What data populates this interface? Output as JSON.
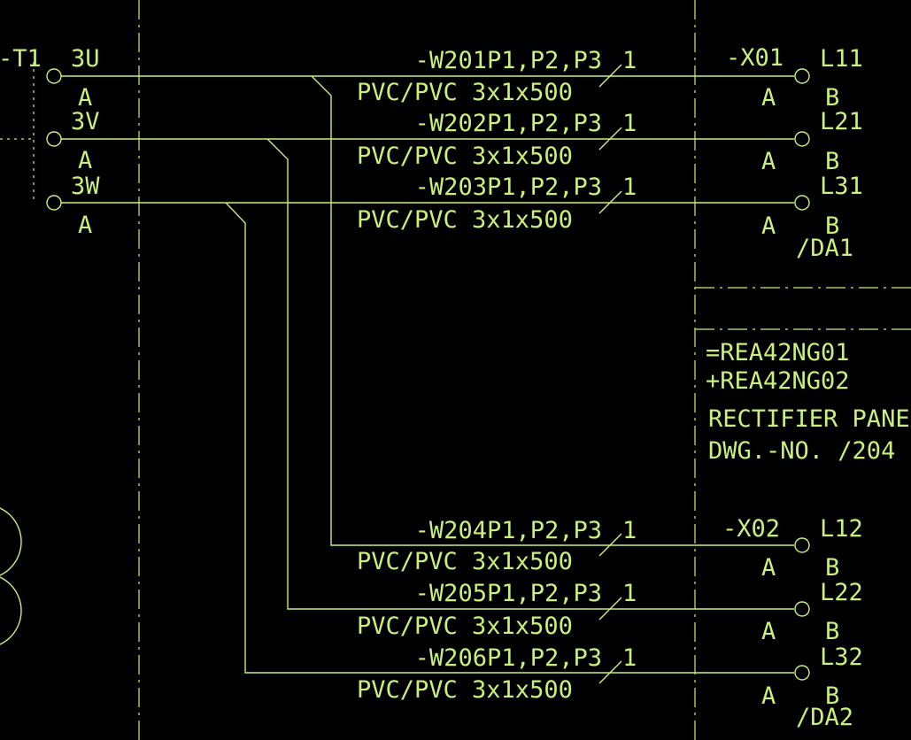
{
  "colors": {
    "background": "#000000",
    "line": "#c8f07a"
  },
  "source": {
    "device_tag": "-T1",
    "terminals": [
      {
        "label": "3U",
        "sub": "A"
      },
      {
        "label": "3V",
        "sub": "A"
      },
      {
        "label": "3W",
        "sub": "A"
      }
    ]
  },
  "cables": [
    {
      "id": "-W201P1,P2,P3",
      "core": "1",
      "type": "PVC/PVC 3x1x500"
    },
    {
      "id": "-W202P1,P2,P3",
      "core": "1",
      "type": "PVC/PVC 3x1x500"
    },
    {
      "id": "-W203P1,P2,P3",
      "core": "1",
      "type": "PVC/PVC 3x1x500"
    },
    {
      "id": "-W204P1,P2,P3",
      "core": "1",
      "type": "PVC/PVC 3x1x500"
    },
    {
      "id": "-W205P1,P2,P3",
      "core": "1",
      "type": "PVC/PVC 3x1x500"
    },
    {
      "id": "-W206P1,P2,P3",
      "core": "1",
      "type": "PVC/PVC 3x1x500"
    }
  ],
  "destinations": [
    {
      "strip": "-X01",
      "ref": "/DA1",
      "terminals": [
        {
          "label": "L11",
          "side_a": "A",
          "side_b": "B"
        },
        {
          "label": "L21",
          "side_a": "A",
          "side_b": "B"
        },
        {
          "label": "L31",
          "side_a": "A",
          "side_b": "B"
        }
      ]
    },
    {
      "strip": "-X02",
      "ref": "/DA2",
      "terminals": [
        {
          "label": "L12",
          "side_a": "A",
          "side_b": "B"
        },
        {
          "label": "L22",
          "side_a": "A",
          "side_b": "B"
        },
        {
          "label": "L32",
          "side_a": "A",
          "side_b": "B"
        }
      ]
    }
  ],
  "panel": {
    "function_designation": "=REA42NG01",
    "location_designation": "+REA42NG02",
    "name": "RECTIFIER PANE",
    "drawing_no": "DWG.-NO. /204"
  }
}
